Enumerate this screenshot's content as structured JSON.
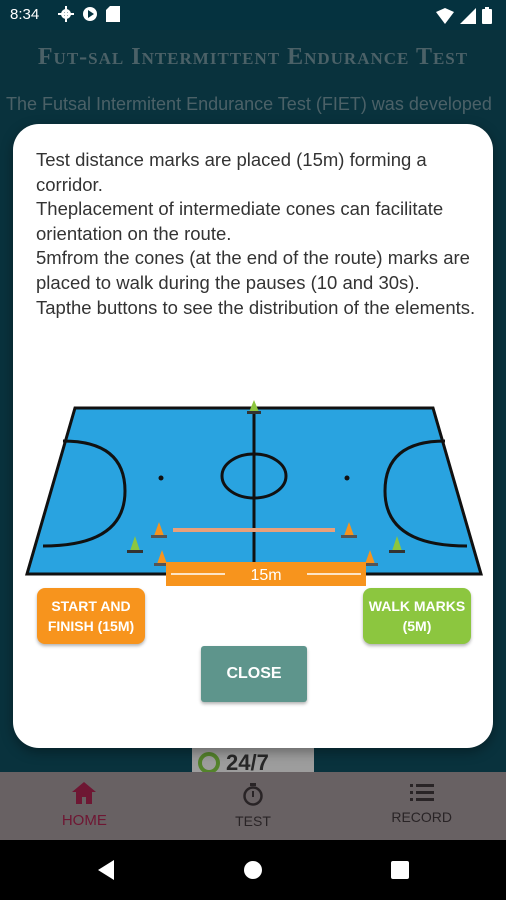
{
  "status_bar": {
    "time": "8:34"
  },
  "background": {
    "title": "Fut-sal Intermittent Endurance Test",
    "intro_text": "The Futsal Intermitent Endurance Test (FIET) was developed"
  },
  "logo": {
    "text": "24/7"
  },
  "dialog": {
    "paragraphs": [
      "Test distance marks are placed (15m) forming a corridor.",
      "Theplacement of intermediate cones can facilitate orientation on the route.",
      "5mfrom the cones (at the end of the route) marks are placed to walk during the pauses (10 and 30s).",
      "Tapthe buttons to see the distribution of the elements."
    ],
    "distance_label": "15m",
    "start_button": "START AND FINISH (15M)",
    "walk_button": "WALK MARKS (5M)",
    "close_button": "CLOSE"
  },
  "bottom_nav": {
    "items": [
      {
        "label": "HOME",
        "icon": "home-icon",
        "active": true
      },
      {
        "label": "TEST",
        "icon": "stopwatch-icon",
        "active": false
      },
      {
        "label": "RECORD",
        "icon": "list-icon",
        "active": false
      }
    ]
  },
  "colors": {
    "court": "#29a3e0",
    "start_button": "#f7941d",
    "walk_button": "#8cc63f",
    "close_button": "#5e958c",
    "active_nav": "#a3224c"
  }
}
